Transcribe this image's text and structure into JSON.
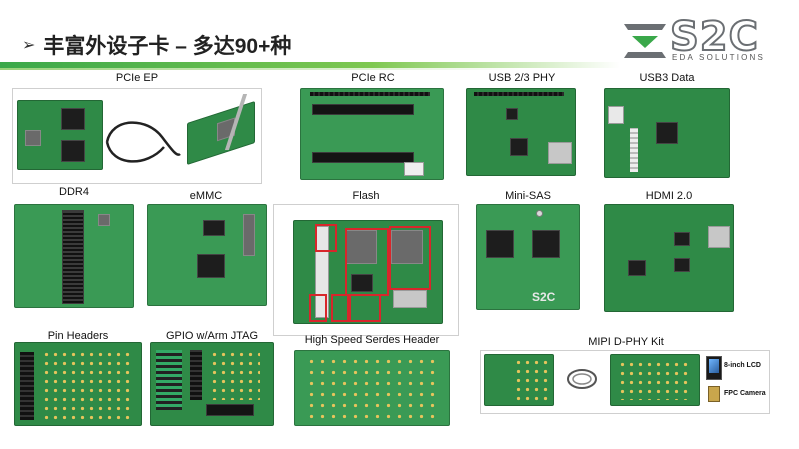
{
  "title": "丰富外设子卡 – 多达90+种",
  "logo": {
    "brand": "S2C",
    "tagline": "EDA SOLUTIONS"
  },
  "cards": {
    "pcie_ep": "PCIe EP",
    "pcie_rc": "PCIe RC",
    "usb23": "USB 2/3 PHY",
    "usb3data": "USB3 Data",
    "ddr4": "DDR4",
    "emmc": "eMMC",
    "flash": "Flash",
    "minisas": "Mini-SAS",
    "hdmi": "HDMI 2.0",
    "pinheaders": "Pin Headers",
    "gpio": "GPIO w/Arm JTAG",
    "serdes": "High Speed Serdes Header",
    "mipi": "MIPI D-PHY Kit"
  },
  "mipi_insets": {
    "lcd": "8-inch LCD",
    "camera": "FPC Camera"
  },
  "minisas_silk": "S2C",
  "colors": {
    "pcb": "#2f8a47",
    "accent_green": "#3aa84a",
    "highlight_red": "#d8262b",
    "logo_grey": "#6b6f73"
  }
}
